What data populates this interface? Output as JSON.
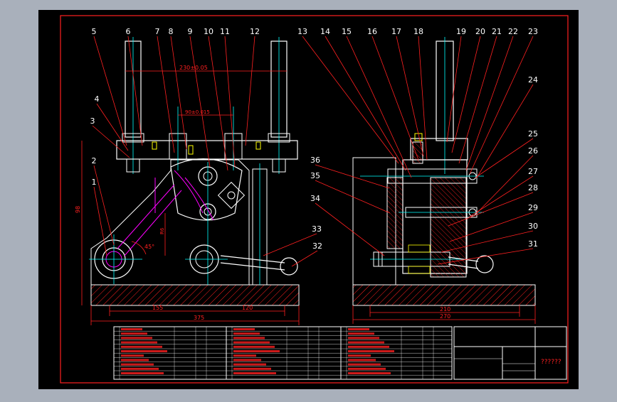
{
  "colors": {
    "page_bg": "#a9b0bb",
    "sheet_bg": "#000000",
    "border": "#ff2020",
    "part": "#ffffff",
    "leader": "#ff2020",
    "center_line": "#00ffff",
    "hatch": "#ff2020",
    "dimension": "#ff2020",
    "magenta": "#ff00ff",
    "yellow": "#ffff00",
    "green": "#00ff00"
  },
  "front_view": {
    "balloons": [
      "1",
      "2",
      "3",
      "4",
      "5",
      "6",
      "7",
      "8",
      "9",
      "10",
      "11",
      "12",
      "32",
      "33"
    ],
    "dims": {
      "top_span": "230±0.05",
      "inner_span": "90±0.015",
      "height_left": "98",
      "small_vertical": "R6",
      "angle": "45°",
      "bottom_left": "155",
      "bottom_right": "120",
      "bottom_total": "375"
    }
  },
  "side_view": {
    "balloons": [
      "13",
      "14",
      "15",
      "16",
      "17",
      "18",
      "19",
      "20",
      "21",
      "22",
      "23",
      "24",
      "25",
      "26",
      "27",
      "28",
      "29",
      "30",
      "31",
      "34",
      "35",
      "36"
    ],
    "dims": {
      "bottom_inner": "210",
      "bottom_total": "270"
    }
  },
  "title_block": {
    "drawing_name": "??????"
  }
}
